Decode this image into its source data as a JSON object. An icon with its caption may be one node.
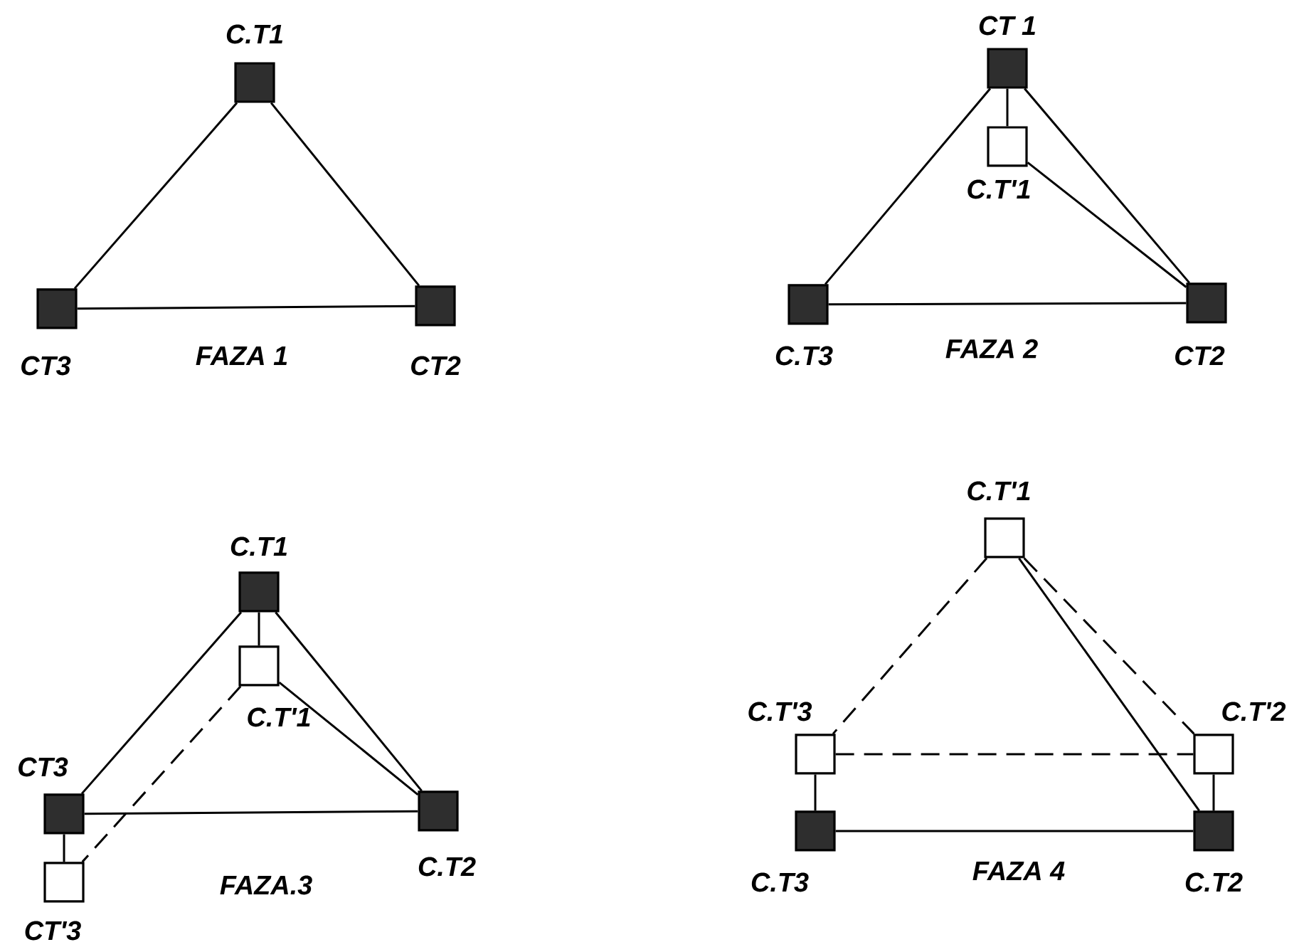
{
  "diagram": {
    "nodes": [
      {
        "text": [
          "C.T1"
        ]
      },
      {
        "text": [
          "CT3"
        ]
      },
      {
        "text": [
          "CT2"
        ]
      },
      {
        "text": [
          "CT 1"
        ]
      },
      {
        "text": [
          "C.T'1"
        ]
      },
      {
        "text": [
          "C.T3"
        ]
      },
      {
        "text": [
          "CT2"
        ]
      },
      {
        "text": [
          "C.T1"
        ]
      },
      {
        "text": [
          "C.T'1"
        ]
      },
      {
        "text": [
          "CT3"
        ]
      },
      {
        "text": [
          "C.T2"
        ]
      },
      {
        "text": [
          "CT'3"
        ]
      },
      {
        "text": [
          "C.T'1"
        ]
      },
      {
        "text": [
          "C.T'3"
        ]
      },
      {
        "text": [
          "C.T'2"
        ]
      },
      {
        "text": [
          "C.T3"
        ]
      },
      {
        "text": [
          "C.T2"
        ]
      }
    ],
    "edges": [
      {
        "from": 0,
        "to": 1,
        "arrow": "none"
      },
      {
        "from": 0,
        "to": 2,
        "arrow": "none"
      },
      {
        "from": 1,
        "to": 2,
        "arrow": "none"
      },
      {
        "from": 3,
        "to": 4,
        "arrow": "none"
      },
      {
        "from": 3,
        "to": 5,
        "arrow": "none"
      },
      {
        "from": 3,
        "to": 6,
        "arrow": "none"
      },
      {
        "from": 4,
        "to": 6,
        "arrow": "none"
      },
      {
        "from": 5,
        "to": 6,
        "arrow": "none"
      },
      {
        "from": 7,
        "to": 8,
        "arrow": "none"
      },
      {
        "from": 7,
        "to": 9,
        "arrow": "none"
      },
      {
        "from": 7,
        "to": 10,
        "arrow": "none"
      },
      {
        "from": 8,
        "to": 10,
        "arrow": "none"
      },
      {
        "from": 8,
        "to": 11,
        "arrow": "none",
        "style": "dashed"
      },
      {
        "from": 9,
        "to": 10,
        "arrow": "none"
      },
      {
        "from": 9,
        "to": 11,
        "arrow": "none"
      },
      {
        "from": 12,
        "to": 13,
        "arrow": "none",
        "style": "dashed"
      },
      {
        "from": 12,
        "to": 14,
        "arrow": "none",
        "style": "dashed"
      },
      {
        "from": 12,
        "to": 16,
        "arrow": "none"
      },
      {
        "from": 13,
        "to": 14,
        "arrow": "none",
        "style": "dashed"
      },
      {
        "from": 13,
        "to": 15,
        "arrow": "none"
      },
      {
        "from": 14,
        "to": 16,
        "arrow": "none"
      },
      {
        "from": 15,
        "to": 16,
        "arrow": "none"
      }
    ],
    "labels": [
      "FAZA 1",
      "FAZA 2",
      "FAZA.3",
      "FAZA 4"
    ]
  }
}
